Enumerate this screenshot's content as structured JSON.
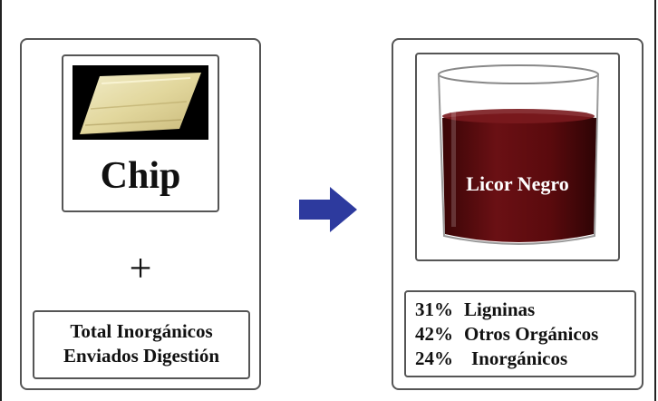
{
  "title": "Digestion process of chips",
  "left": {
    "chip_label": "Chip",
    "plus": "+",
    "info_line1": "Total Inorgánicos",
    "info_line2": "Enviados Digestión"
  },
  "right": {
    "beaker_label": "Licor Negro",
    "composition": [
      {
        "pct": "31%",
        "name": "Ligninas"
      },
      {
        "pct": "42%",
        "name": "Otros Orgánicos"
      },
      {
        "pct": "24%",
        "name": "Inorgánicos"
      }
    ]
  },
  "colors": {
    "arrow": "#2d3a9e",
    "liquor": "#5a0a0d",
    "frame": "#555555"
  }
}
